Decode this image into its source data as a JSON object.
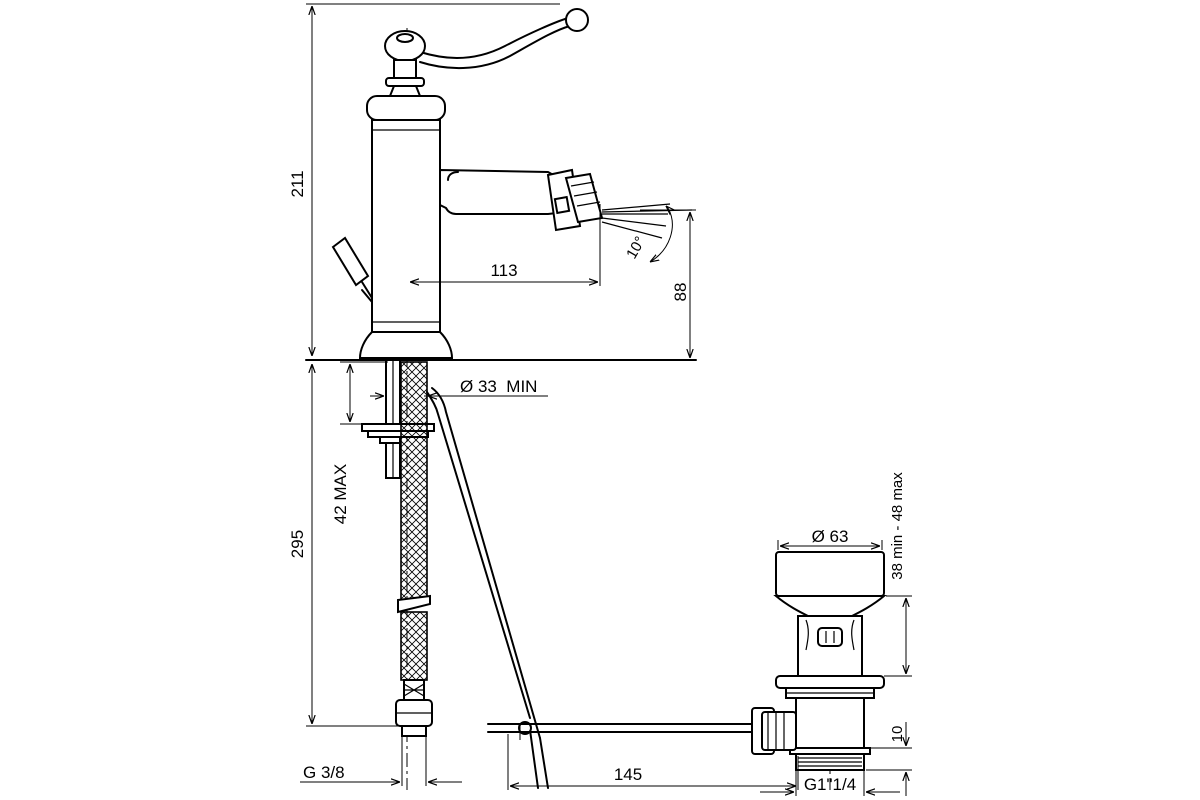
{
  "dimensions": {
    "total_height": "211",
    "spout_reach": "113",
    "spout_height": "88",
    "spray_angle": "10°",
    "hole_diameter": "Ø 33  MIN",
    "max_deck_thickness": "42 MAX",
    "hose_length": "295",
    "inlet_thread": "G 3/8",
    "drain_diameter": "Ø 63",
    "drain_thickness_range": "38 min - 48 max",
    "drain_offset": "145",
    "drain_bottom": "10",
    "drain_thread": "G1\"1/4"
  }
}
